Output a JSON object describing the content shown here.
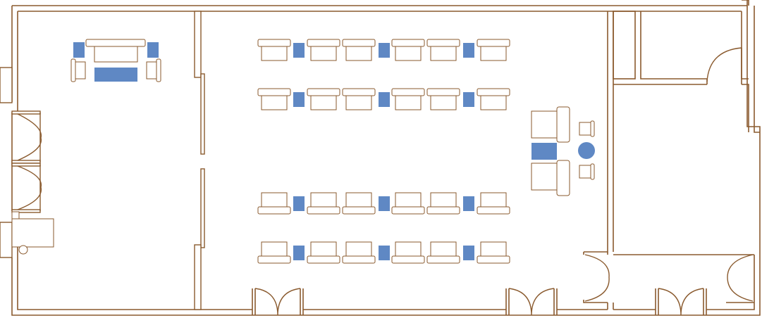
{
  "colors": {
    "wall": "#8a5a2e",
    "accent": "#5f88c4",
    "background": "#ffffff"
  },
  "rooms": [
    {
      "name": "left-room",
      "features": [
        "lounge-sofa",
        "side-chairs",
        "coffee-table",
        "side-tables",
        "reception-desk",
        "double-doors-west"
      ]
    },
    {
      "name": "main-hall",
      "features": [
        "desk-rows",
        "lectern-chairs",
        "speaker-table",
        "double-doors-south"
      ]
    },
    {
      "name": "storage-closet"
    },
    {
      "name": "utility-room"
    },
    {
      "name": "entry-vestibule",
      "features": [
        "double-doors-south",
        "double-door-east"
      ]
    }
  ],
  "icons": [
    "sofa-icon",
    "chair-icon",
    "table-icon",
    "door-swing-icon",
    "desk-icon",
    "round-table-icon"
  ]
}
